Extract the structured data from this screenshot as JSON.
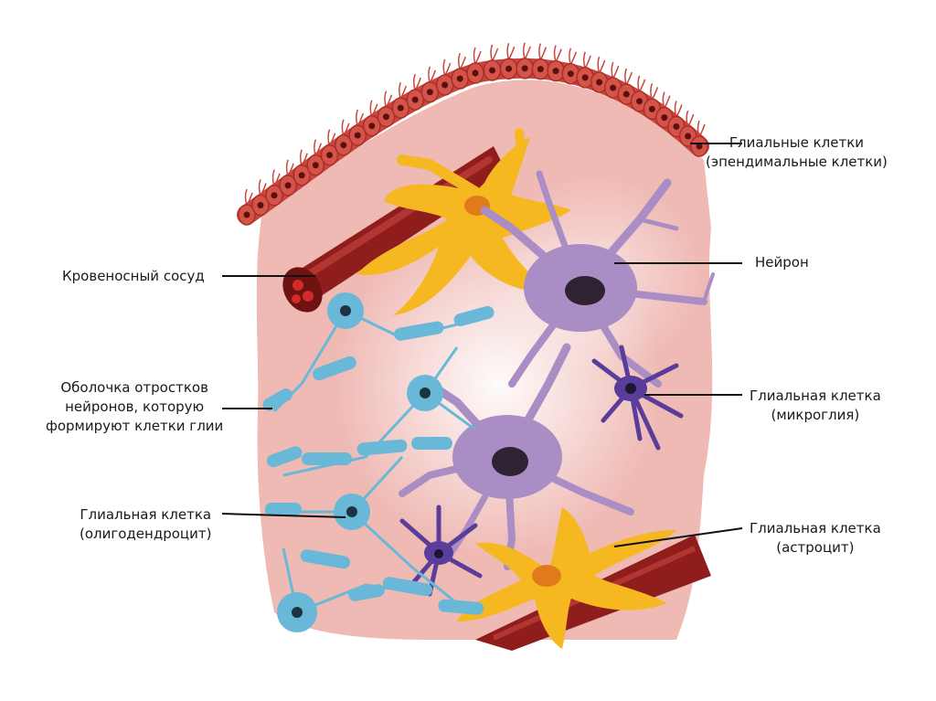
{
  "labels": {
    "ependymal": {
      "line1": "Глиальные клетки",
      "line2": "(эпендимальные клетки)"
    },
    "neuron": {
      "line1": "Нейрон"
    },
    "blood_vessel": {
      "line1": "Кровеносный сосуд"
    },
    "sheath": {
      "line1": "Оболочка отростков",
      "line2": "нейронов, которую",
      "line3": "формируют клетки глии"
    },
    "microglia": {
      "line1": "Глиальная клетка",
      "line2": "(микроглия)"
    },
    "oligodendrocyte": {
      "line1": "Глиальная клетка",
      "line2": "(олигодендроцит)"
    },
    "astrocyte": {
      "line1": "Глиальная клетка",
      "line2": "(астроцит)"
    }
  },
  "colors": {
    "tissue": "#efb9b4",
    "tissue_light": "#f8dcd8",
    "ependymal": "#c9453d",
    "vessel": "#8e1d1c",
    "astrocyte": "#f5b820",
    "neuron": "#a98dc4",
    "microglia": "#5a3d9a",
    "oligodendrocyte": "#6ab8d8",
    "nucleus": "#2e2233",
    "leader": "#111111"
  }
}
